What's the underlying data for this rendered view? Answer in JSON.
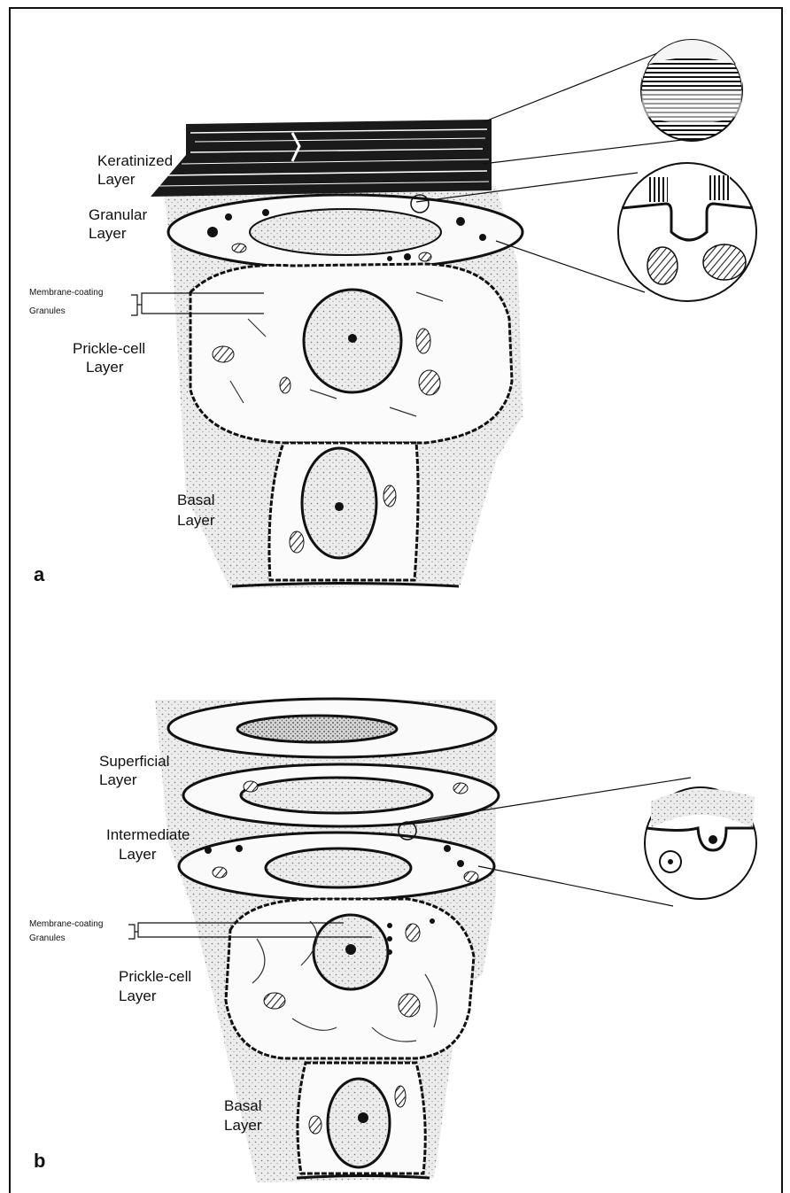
{
  "panel_a": {
    "letter": "a",
    "layers": {
      "keratinized": [
        "Keratinized",
        "Layer"
      ],
      "granular": [
        "Granular",
        "Layer"
      ],
      "prickle": [
        "Prickle-cell",
        "Layer"
      ],
      "basal": [
        "Basal",
        "Layer"
      ]
    },
    "granules": [
      "Membrane-coating",
      "Granules"
    ]
  },
  "panel_b": {
    "letter": "b",
    "layers": {
      "superficial": [
        "Superficial",
        "Layer"
      ],
      "intermediate": [
        "Intermediate",
        "Layer"
      ],
      "prickle": [
        "Prickle-cell",
        "Layer"
      ],
      "basal": [
        "Basal",
        "Layer"
      ]
    },
    "granules": [
      "Membrane-coating",
      "Granules"
    ]
  }
}
